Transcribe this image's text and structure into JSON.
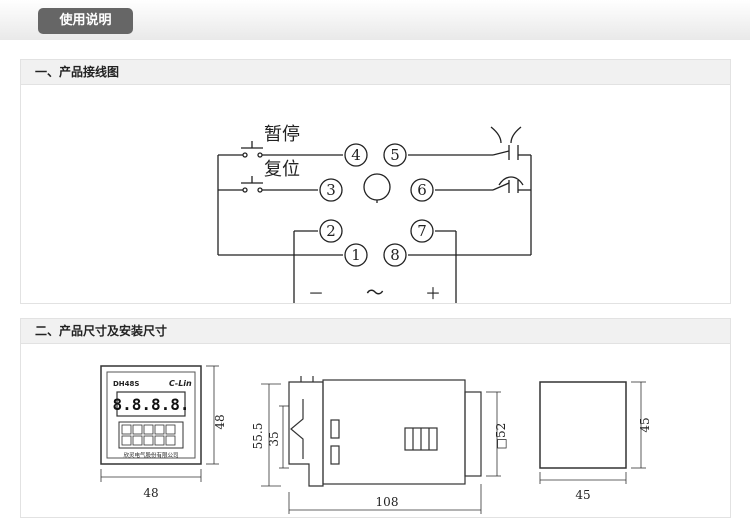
{
  "header": {
    "tab_label": "使用说明"
  },
  "section1": {
    "title": "一、产品接线图",
    "labels": {
      "pause": "暂停",
      "reset": "复位",
      "minus": "－",
      "ac": "～",
      "plus": "＋"
    },
    "terminals": [
      "①",
      "②",
      "③",
      "④",
      "⑤",
      "⑥",
      "⑦",
      "⑧"
    ]
  },
  "section2": {
    "title": "二、产品尺寸及安装尺寸",
    "front": {
      "model": "DH48S",
      "brand": "C-Lin",
      "display": "8.8.8.8.",
      "maker": "欣灵电气股份有限公司",
      "dim_width": "48",
      "dim_height": "48"
    },
    "side": {
      "dim_55": "55.5",
      "dim_35": "35",
      "dim_108": "108",
      "dim_52": "□52"
    },
    "socket": {
      "dim_45w": "45",
      "dim_45h": "45"
    }
  }
}
